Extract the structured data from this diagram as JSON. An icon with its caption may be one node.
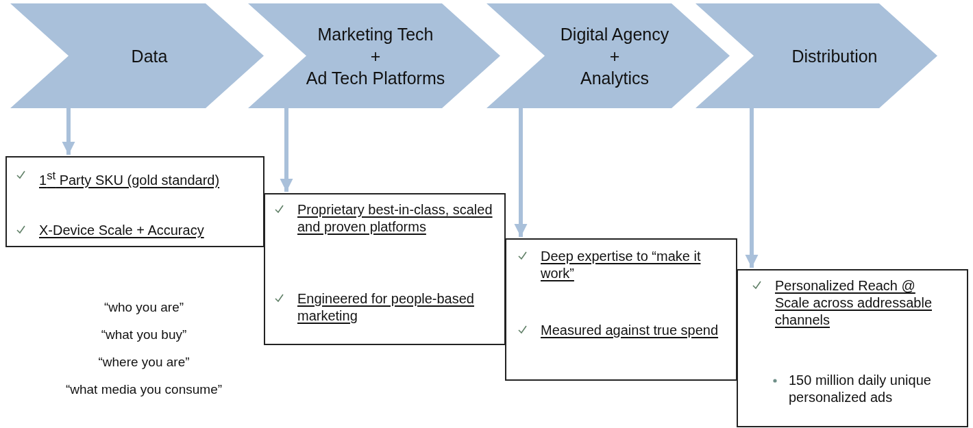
{
  "diagram": {
    "nodes": [
      {
        "text": [
          "Data"
        ]
      },
      {
        "text": [
          "Marketing Tech",
          "+",
          "Ad Tech Platforms"
        ]
      },
      {
        "text": [
          "Digital Agency",
          "+",
          "Analytics"
        ]
      },
      {
        "text": [
          "Distribution"
        ]
      },
      {
        "text": [
          "1$^{st}$ Party SKU (gold standard)",
          "X-Device  Scale + Accuracy"
        ]
      },
      {
        "text": [
          "Proprietary best-in-class, scaled and proven platforms",
          "Engineered for people-based marketing"
        ]
      },
      {
        "text": [
          "Deep expertise to “make it work”",
          "Measured against true spend"
        ]
      },
      {
        "text": [
          "Personalized Reach @ Scale across addressable channels",
          "150 million daily unique personalized ads"
        ]
      }
    ],
    "edges": [
      {
        "from": 0,
        "to": 4,
        "arrow": "to"
      },
      {
        "from": 1,
        "to": 5,
        "arrow": "to"
      },
      {
        "from": 2,
        "to": 6,
        "arrow": "to"
      },
      {
        "from": 3,
        "to": 7,
        "arrow": "to"
      }
    ],
    "labels": [
      "“who you are”",
      "“what you buy”",
      "“where you are”",
      "“what media you consume”"
    ]
  }
}
